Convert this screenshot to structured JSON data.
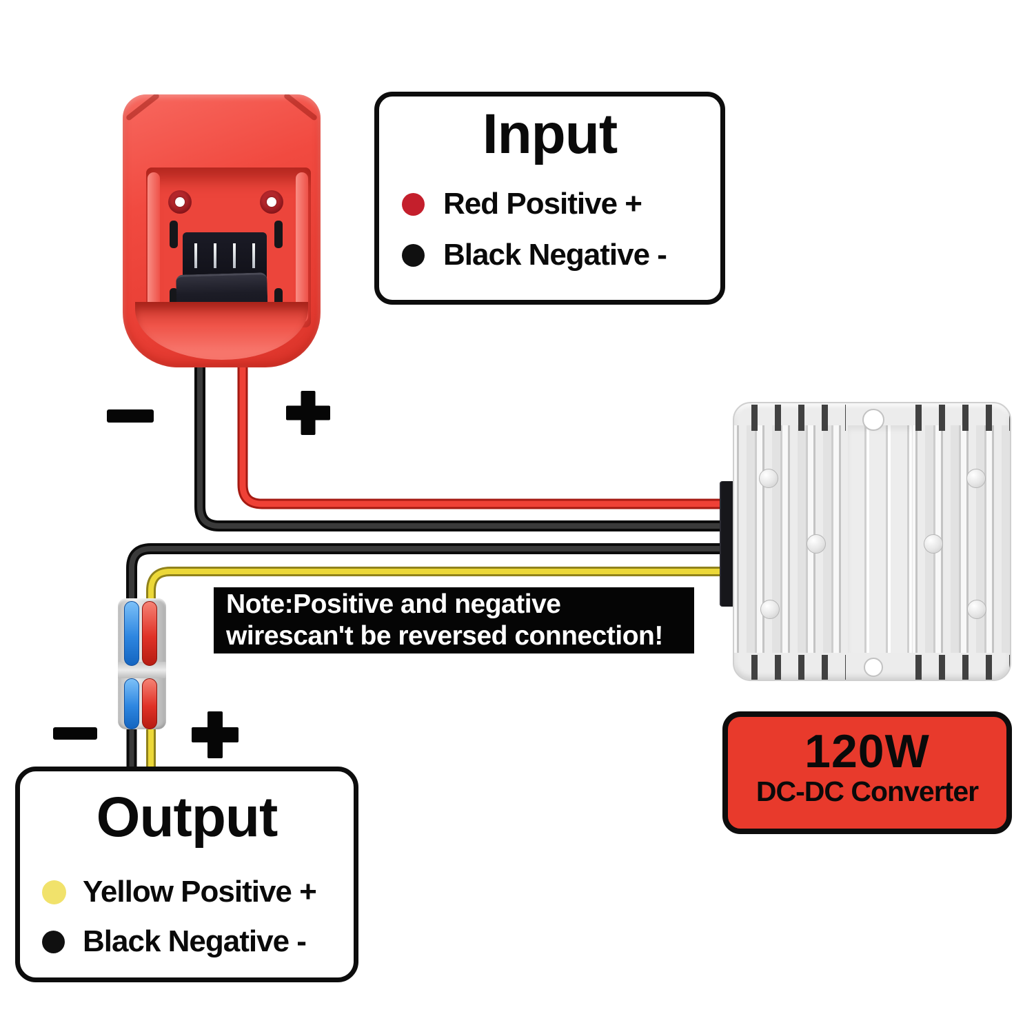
{
  "input_box": {
    "title": "Input",
    "items": [
      {
        "color_name": "red",
        "dot_color": "#c41f2c",
        "label": "Red Positive +"
      },
      {
        "color_name": "black",
        "dot_color": "#101010",
        "label": "Black Negative -"
      }
    ]
  },
  "output_box": {
    "title": "Output",
    "items": [
      {
        "color_name": "yellow",
        "dot_color": "#f1e26b",
        "label": "Yellow Positive +"
      },
      {
        "color_name": "black",
        "dot_color": "#101010",
        "label": "Black Negative -"
      }
    ]
  },
  "note_banner": {
    "line1": "Note:Positive and negative",
    "line2": "wirescan't be reversed connection!"
  },
  "converter_label": {
    "wattage": "120W",
    "name": "DC-DC Converter",
    "bg_color": "#e83a2c"
  },
  "polarity_signs": {
    "input_negative": "−",
    "input_positive": "+",
    "output_negative": "−",
    "output_positive": "+"
  },
  "wire_colors": {
    "input_positive_red": "#ef4136",
    "input_negative_black": "#2e2e2e",
    "output_positive_yellow": "#ecd838",
    "output_negative_black": "#2e2e2e"
  }
}
